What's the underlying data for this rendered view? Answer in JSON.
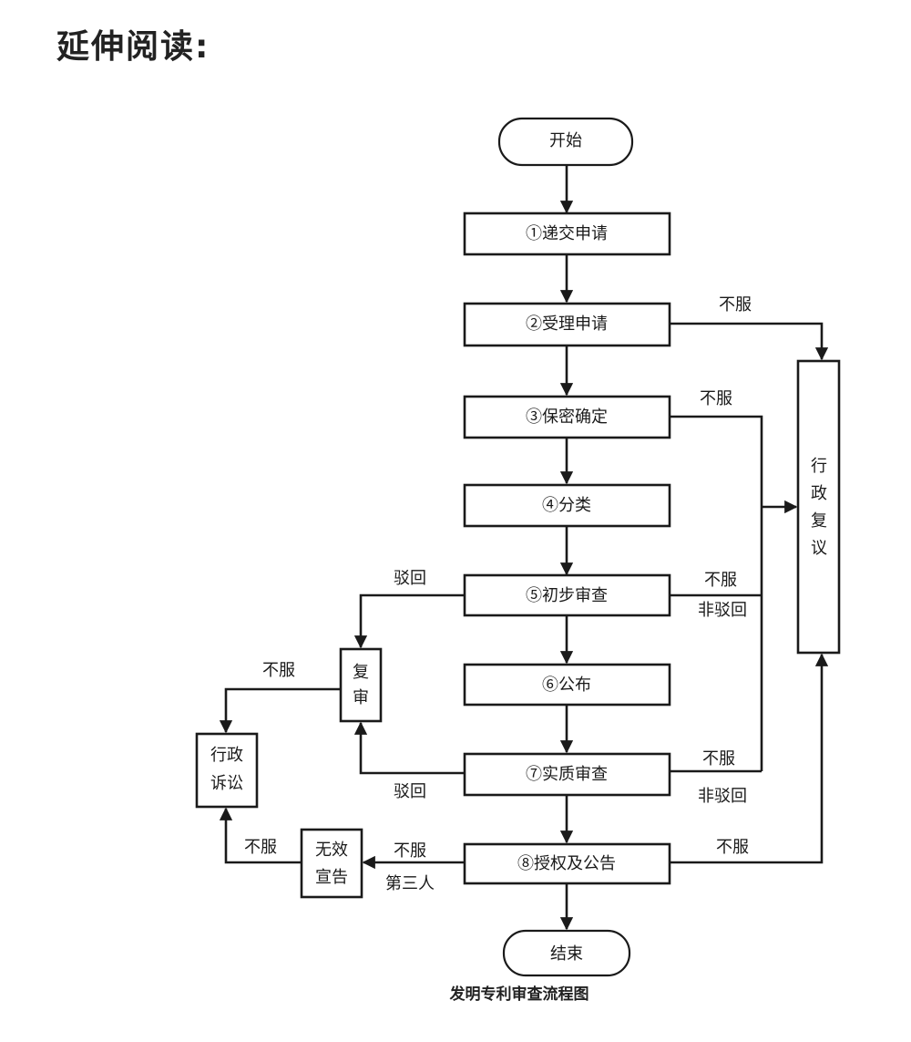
{
  "heading": "延伸阅读:",
  "caption": "发明专利审查流程图",
  "nodes": {
    "start": "开始",
    "s1": "①递交申请",
    "s2": "②受理申请",
    "s3": "③保密确定",
    "s4": "④分类",
    "s5": "⑤初步审查",
    "s6": "⑥公布",
    "s7": "⑦实质审查",
    "s8": "⑧授权及公告",
    "end": "结束",
    "review": [
      "复",
      "审"
    ],
    "admin_review": [
      "行",
      "政",
      "复",
      "议"
    ],
    "litigation": [
      "行政",
      "诉讼"
    ],
    "invalid": [
      "无效",
      "宣告"
    ]
  },
  "labels": {
    "disagree": "不服",
    "reject": "驳回",
    "non_reject": "非驳回",
    "third_party": "第三人"
  }
}
